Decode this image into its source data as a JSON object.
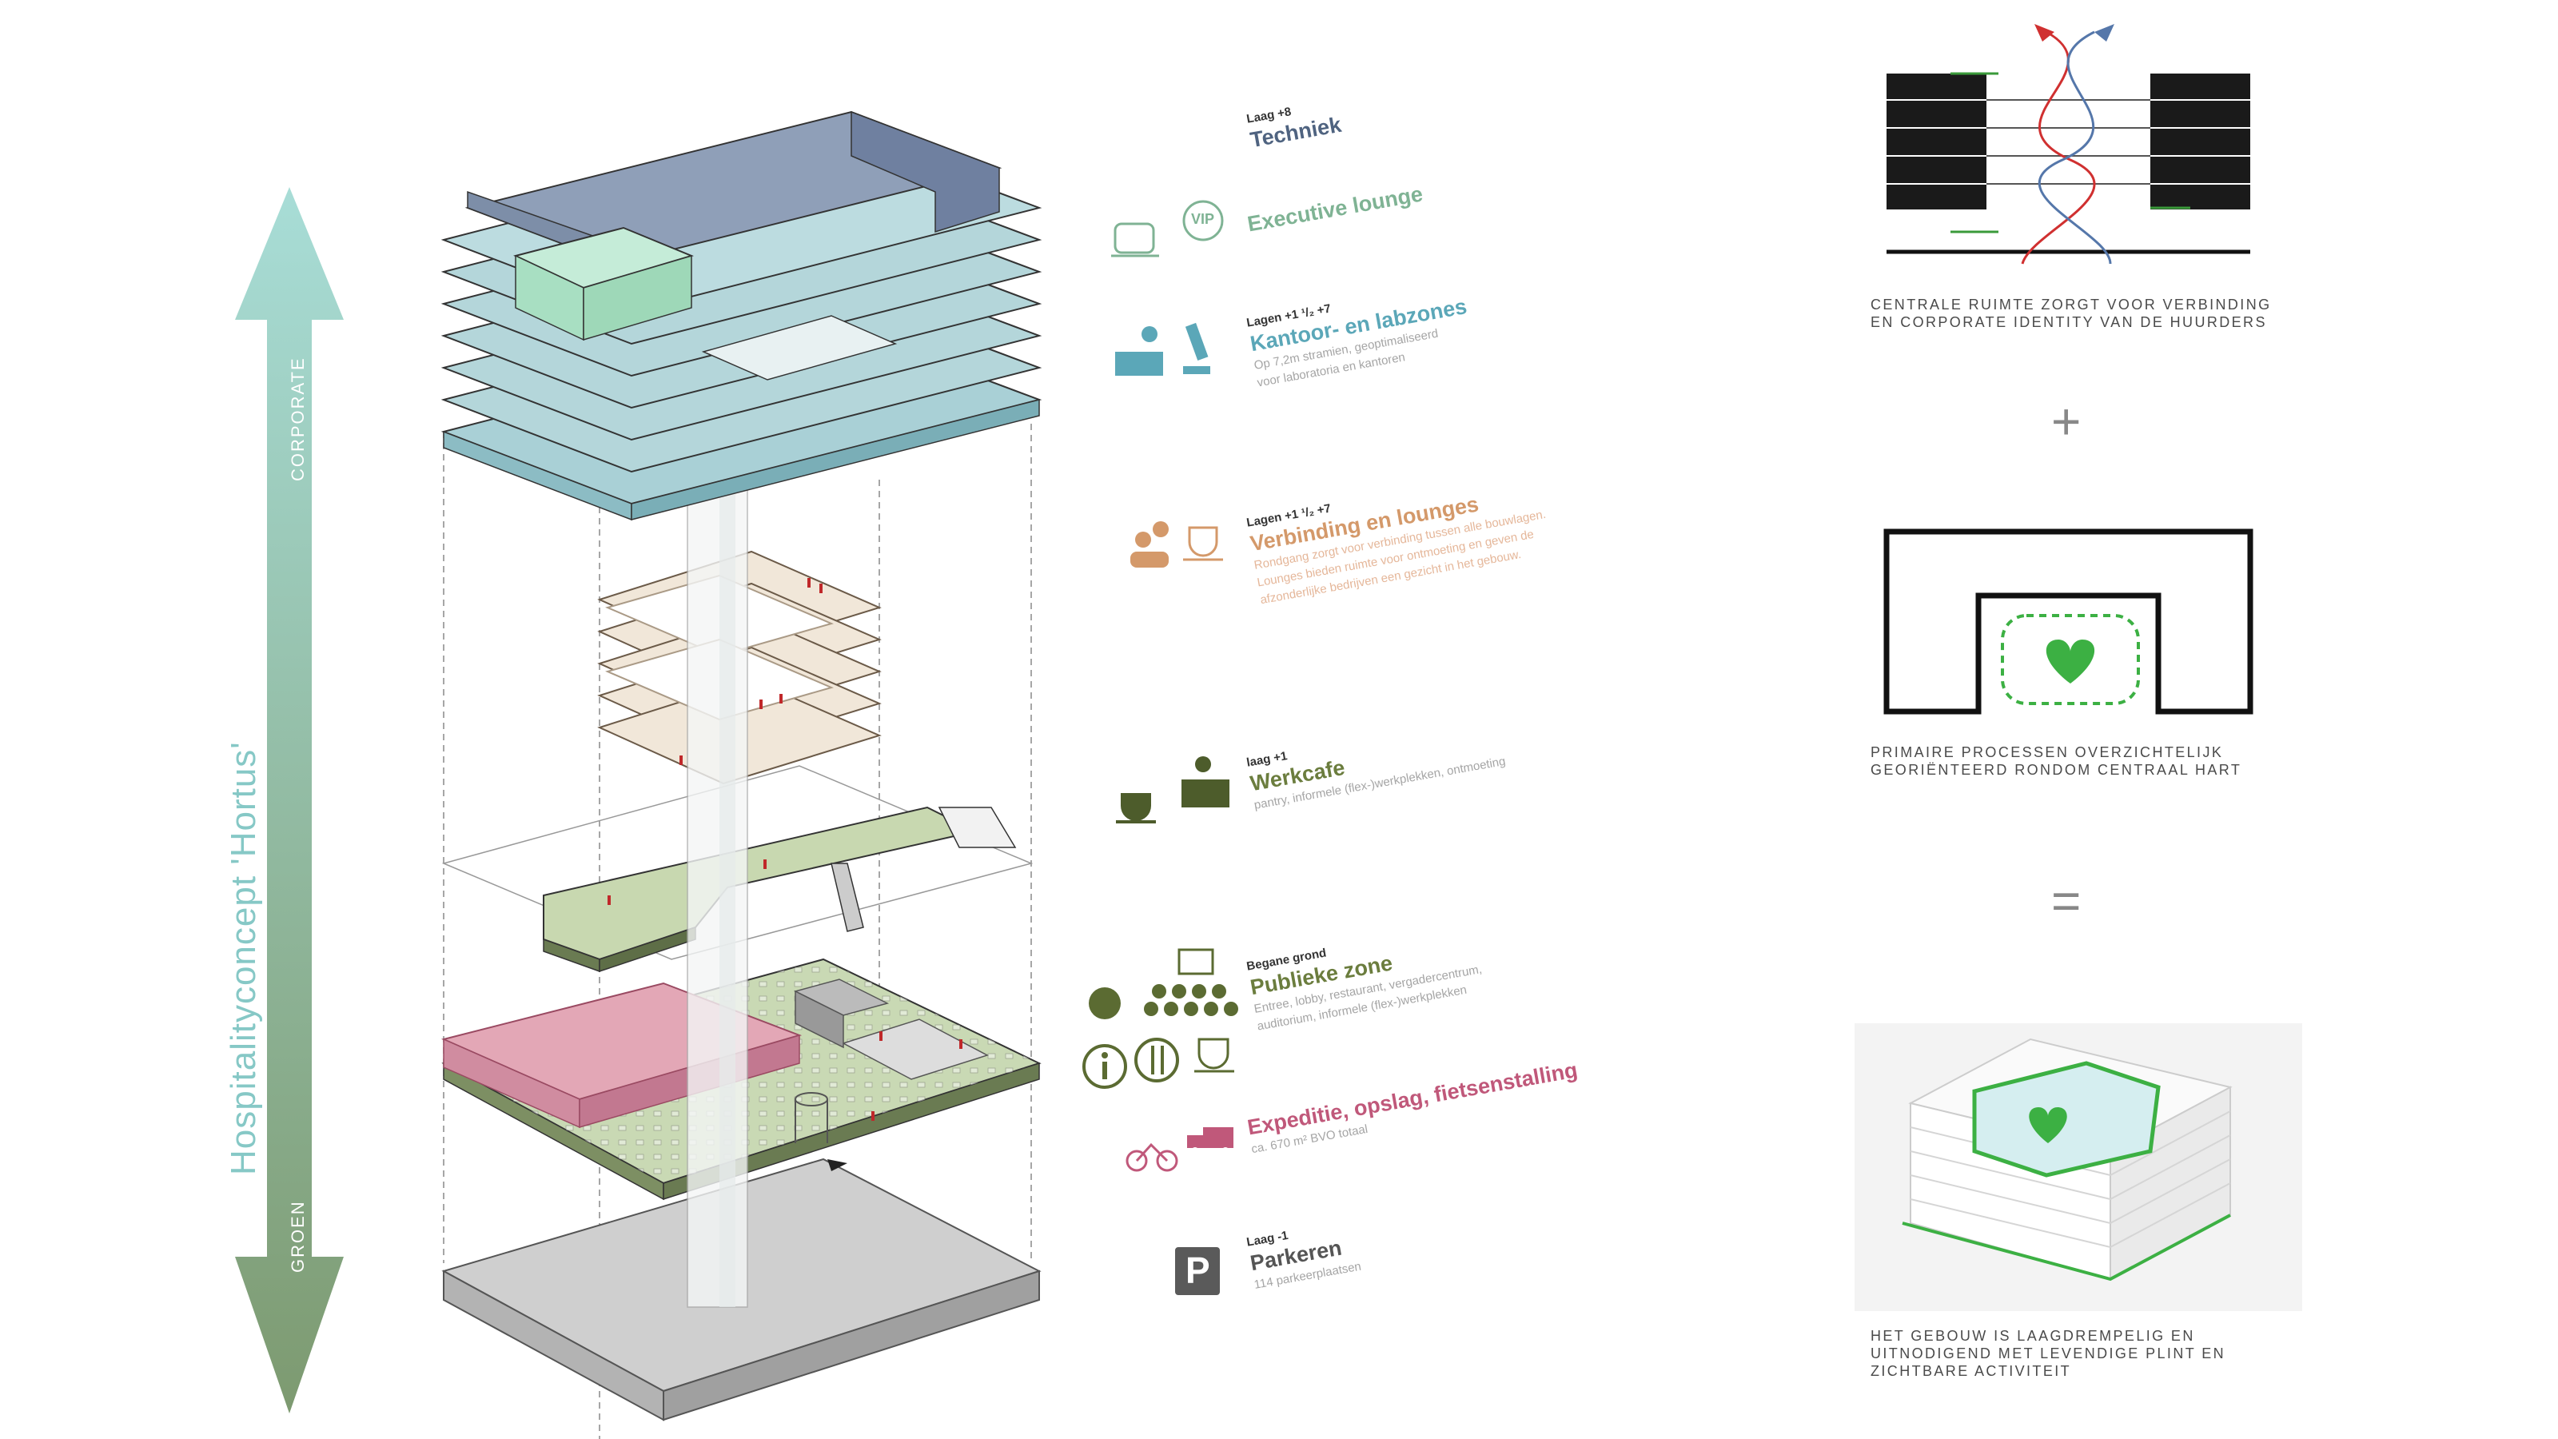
{
  "axis": {
    "title": "Hospitalityconcept 'Hortus'",
    "top": "CORPORATE",
    "bottom": "GROEN"
  },
  "labels": {
    "techniek": {
      "sup": "Laag +8",
      "title": "Techniek"
    },
    "executive": {
      "title": "Executive lounge",
      "vip": "VIP"
    },
    "kantoor": {
      "sup": "Lagen +1 ¹/₂ +7",
      "title": "Kantoor- en labzones",
      "sub1": "Op 7,2m stramien, geoptimaliseerd",
      "sub2": "voor laboratoria en kantoren"
    },
    "verbinding": {
      "sup": "Lagen +1 ¹/₂ +7",
      "title": "Verbinding en lounges",
      "sub1": "Rondgang zorgt voor verbinding tussen alle bouwlagen.",
      "sub2": "Lounges bieden ruimte voor ontmoeting en geven de",
      "sub3": "afzonderlijke bedrijven een gezicht in het gebouw."
    },
    "werkcafe": {
      "sup": "laag +1",
      "title": "Werkcafe",
      "sub1": "pantry, informele (flex-)werkplekken, ontmoeting"
    },
    "publiek": {
      "sup": "Begane grond",
      "title": "Publieke zone",
      "sub1": "Entree, lobby, restaurant, vergadercentrum,",
      "sub2": "auditorium, informele (flex-)werkplekken"
    },
    "expeditie": {
      "title": "Expeditie, opslag, fietsenstalling",
      "sub1": "ca. 670 m² BVO totaal"
    },
    "parkeren": {
      "sup": "Laag -1",
      "title": "Parkeren",
      "sub1": "114 parkeerplaatsen",
      "icon": "P"
    }
  },
  "captions": {
    "c1": [
      "CENTRALE RUIMTE ZORGT VOOR VERBINDING",
      "EN CORPORATE IDENTITY VAN DE HUURDERS"
    ],
    "c2": [
      "PRIMAIRE PROCESSEN OVERZICHTELIJK",
      "GEORIËNTEERD RONDOM CENTRAAL HART"
    ],
    "c3": [
      "HET GEBOUW IS LAAGDREMPELIG EN",
      "UITNODIGEND MET LEVENDIGE PLINT EN",
      "ZICHTBARE ACTIVITEIT"
    ]
  },
  "symbols": {
    "plus": "+",
    "equals": "="
  },
  "colors": {
    "techniek": "#4f6380",
    "executive": "#7fb394",
    "kantoor": "#5ba7b8",
    "verbinding": "#d4996a",
    "werkcafe": "#6b7d3e",
    "publiek": "#6b7d3e",
    "expeditie": "#c0587a",
    "parkeren": "#555555",
    "arrow_top": "#a8ddd7",
    "arrow_bottom": "#7d9a70",
    "heart": "#3cb043"
  },
  "icons": [
    "armchair-icon",
    "vip-icon",
    "desk-worker-icon",
    "microscope-icon",
    "people-exchange-icon",
    "coffee-cup-icon",
    "person-laptop-icon",
    "globe-icon",
    "audience-icon",
    "info-icon",
    "fork-knife-icon",
    "bicycle-icon",
    "truck-icon",
    "parking-icon",
    "heart-icon"
  ]
}
